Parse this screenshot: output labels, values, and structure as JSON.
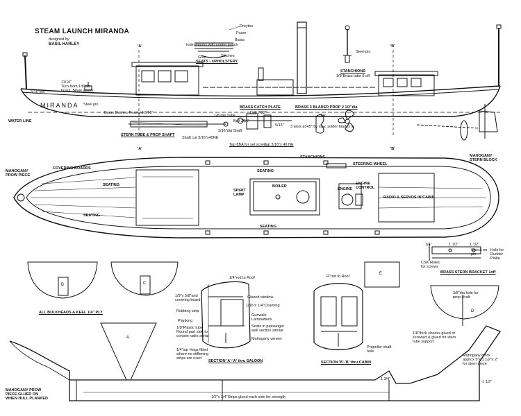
{
  "title": "STEAM LAUNCH MIRANDA",
  "designed_by": "designed by",
  "author": "BASIL HARLEY",
  "boat_name": "MIRANDA",
  "labels": {
    "drayton": "Dreyton",
    "foam": "Foam",
    "balsa": "Balsa",
    "indent": "Indentations with centre punch",
    "glue": "Glue",
    "stitches": "Stitches",
    "seats": "SEATS - UPHOLSTERY",
    "eleven_sixteen": "11/16\"",
    "turn_from": "Turn from 1/8\"dia",
    "brass_silver": "brass, Silver solder",
    "five_sixteen_dia": "5/16\"dia",
    "steel_pin": "Steel pin",
    "stanchions_title": "STANCHIONS",
    "stanchion_spec": "1/8\"Brass tube 6 off",
    "steel_pin_2": "Steel pin",
    "brass_catch": "BRASS CATCH PLATE",
    "brass_prop": "BRASS 3 BLADED PROP 2 1/2\"dia",
    "water_line": "WATER LINE",
    "brass_bushes": "Brass Bushes Reamed 3/16\"",
    "stern_tube": "STERN TUBE & PROP SHAFT",
    "shaft_cut": "Shaft cut 3/16\"x40NE",
    "tube_dia": "1/8\"dia Tube",
    "ball": "Ball 3/16\"",
    "shaft_3_16": "3/16\"dia Shaft",
    "slots": "3 slots at 45° by saw, solder blades in",
    "tap_1": "Tap 8BA for set screw",
    "tap_2": "Tap 3/16\"x 40 NE",
    "five_sixteen": "5/16\"",
    "drill": "Drill 7/32\"",
    "three_quarter": "3/4\"",
    "section_a": "'A'",
    "section_b": "'B'",
    "mahogany_prow": "MAHOGANY PROW PIECE",
    "covering_boards": "COVERING BOARDS",
    "stanchions_plan": "STANCHIONS",
    "steering_wheel": "STEERING WHEEL",
    "mahogany_stern": "MAHOGANY STERN BLOCK",
    "seating": "SEATING",
    "spirit_lamp": "SPIRIT LAMP",
    "boiler": "BOILER",
    "engine": "ENGINE",
    "engine_control": "ENGINE CONTROL",
    "radio": "RADIO & SERVOS IN CABIN",
    "bulkheads": "ALL BULKHEADS & KEEL 1/4\" PLY",
    "rod_roof": "1/4\"rod to Roof",
    "rod_roof_2": "R\"rod to Roof",
    "glazed_window": "Glazed window",
    "coaming": "1/16\"x 1/4\"Coaming",
    "covering_board": "1/8\"x 5/8\"and covering board",
    "rubbing_strip": "Rubbing strip",
    "planking": "Planking",
    "gunwale": "Gunwale Laminations",
    "plastic_tube": "1/8\"Plastic tube Round part side to contain radio aerial",
    "seats_passenger": "Seats in passenger well section similar",
    "mahogany_veneer": "Mahogany veneer",
    "hogs": "1/4\"sqr Hogs fitted where no stiffening strips are used",
    "section_aa": "SECTION 'A'-'A' thru SALOON",
    "section_bb": "SECTION 'B'-'B' thru CABIN",
    "propeller_hole": "Propeller shaft hole",
    "check_pin": "Check on pin",
    "hole_rudder": "Hole for Rudder Pintle",
    "csk_holes": "CSK Holes for screws",
    "bracket": "BRASS STERN BRACKET 1off",
    "dim_quarter": "1/4\"",
    "dim_1_half": "1 1/2\"",
    "dim_1_half_2": "1 1/2\"",
    "dim_prop_shaft": "3/8\"dia hole for prop shaft",
    "cheeks": "1/8\"thick cheeks glued or screwed & glued for stern tube support",
    "mahogany_block": "Mahogany block approx 5\"x 1 1/2\"x 2\" for stern piece",
    "mahogany_prow_2": "MAHOGANY PROW PIECE GLUED ON WHEN HULL PLANKED",
    "strips": "1/2\"x 1/4\"Strips glued each side for strength",
    "dim_1_3_4": "1 3/4\"",
    "dim_1_1_2": "1 1/2\"",
    "letter_a": "A",
    "letter_b": "B",
    "letter_c": "C",
    "letter_d": "D",
    "letter_e": "E"
  }
}
